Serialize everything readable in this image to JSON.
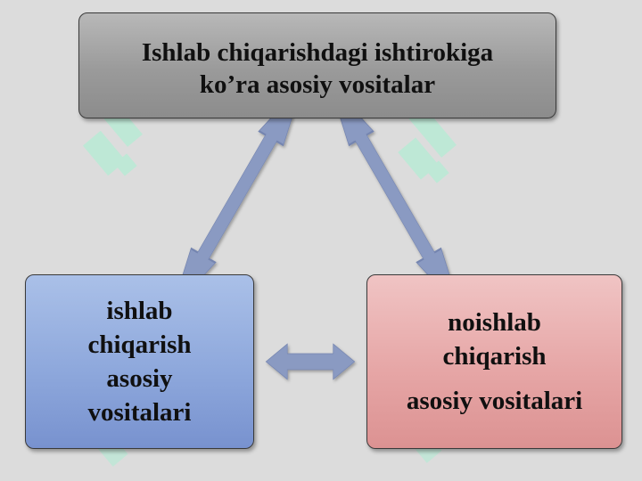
{
  "diagram": {
    "top_node": {
      "lines": [
        "Ishlab chiqarishdagi ishtirokiga",
        "ko’ra asosiy vositalar"
      ]
    },
    "left_node": {
      "lines": [
        "ishlab",
        "chiqarish",
        "asosiy",
        "vositalari"
      ]
    },
    "right_node": {
      "lines": [
        "noishlab",
        "chiqarish",
        "asosiy vositalari"
      ]
    },
    "edges": [
      {
        "from": "top_node",
        "to": "left_node",
        "type": "bidirectional"
      },
      {
        "from": "top_node",
        "to": "right_node",
        "type": "bidirectional"
      },
      {
        "from": "left_node",
        "to": "right_node",
        "type": "bidirectional"
      }
    ]
  },
  "colors": {
    "background": "#dcdcdc",
    "top_node_fill": "#9a9a9a",
    "left_node_fill": "#8ea8dc",
    "right_node_fill": "#e6a6a6",
    "arrow_fill": "#8a9ac2",
    "watermark": "#b4ecd4"
  }
}
